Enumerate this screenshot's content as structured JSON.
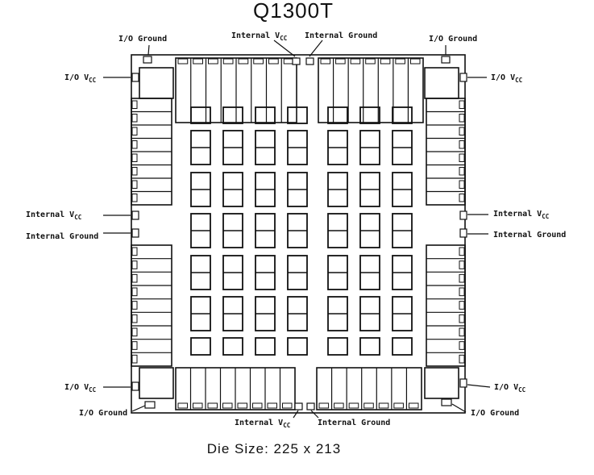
{
  "title": "Q1300T",
  "caption": "Die Size: 225 x 213",
  "labels": {
    "io_ground_tl": "I/O Ground",
    "io_ground_tr": "I/O Ground",
    "internal_vcc_top_main": "Internal V",
    "internal_vcc_top_sub": "CC",
    "internal_ground_top": "Internal Ground",
    "io_vcc_tl_main": "I/O V",
    "io_vcc_tl_sub": "CC",
    "io_vcc_tr_main": "I/O V",
    "io_vcc_tr_sub": "CC",
    "internal_vcc_left_main": "Internal V",
    "internal_vcc_left_sub": "CC",
    "internal_vcc_right_main": "Internal V",
    "internal_vcc_right_sub": "CC",
    "internal_ground_left": "Internal Ground",
    "internal_ground_right": "Internal Ground",
    "io_vcc_bl_main": "I/O V",
    "io_vcc_bl_sub": "CC",
    "io_vcc_br_main": "I/O V",
    "io_vcc_br_sub": "CC",
    "io_ground_bl": "I/O Ground",
    "io_ground_br": "I/O Ground",
    "internal_vcc_bottom_main": "Internal V",
    "internal_vcc_bottom_sub": "CC",
    "internal_ground_bottom": "Internal Ground"
  }
}
